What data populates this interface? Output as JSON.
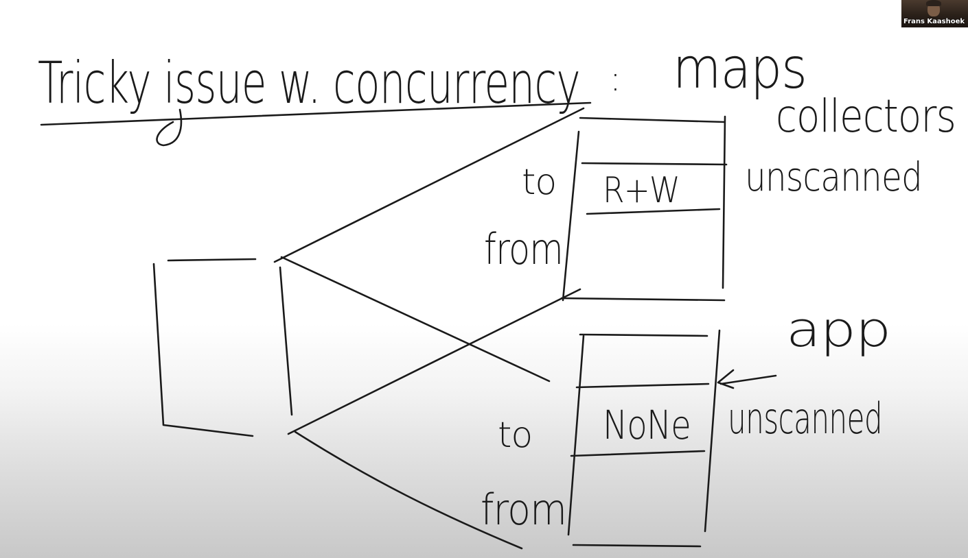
{
  "whiteboard": {
    "title": "Tricky issue w. concurrency",
    "title_suffix": ":",
    "maps_label": "maps",
    "collectors_label": "collectors",
    "upper_box": {
      "to_label": "to",
      "from_label": "from",
      "region_label": "R+W",
      "right_label": "unscanned"
    },
    "lower_box": {
      "to_label": "to",
      "from_label": "from",
      "region_label": "NoNe",
      "right_label": "unscanned",
      "app_label": "app"
    }
  },
  "participant": {
    "name": "Frans Kaashoek"
  }
}
